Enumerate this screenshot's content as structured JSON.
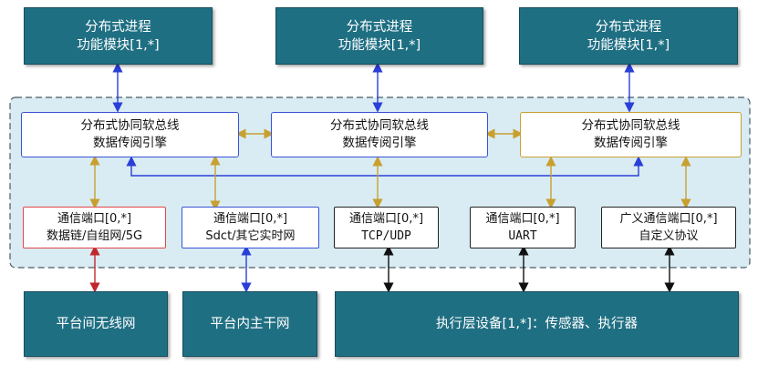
{
  "top_modules": [
    {
      "line1": "分布式进程",
      "line2": "功能模块[1,*]"
    },
    {
      "line1": "分布式进程",
      "line2": "功能模块[1,*]"
    },
    {
      "line1": "分布式进程",
      "line2": "功能模块[1,*]"
    }
  ],
  "bus_engines": [
    {
      "line1": "分布式协同软总线",
      "line2": "数据传阅引擎"
    },
    {
      "line1": "分布式协同软总线",
      "line2": "数据传阅引擎"
    },
    {
      "line1": "分布式协同软总线",
      "line2": "数据传阅引擎"
    }
  ],
  "ports": [
    {
      "line1": "通信端口[0,*]",
      "line2": "数据链/自组网/5G"
    },
    {
      "line1": "通信端口[0,*]",
      "line2": "Sdct/其它实时网"
    },
    {
      "line1": "通信端口[0,*]",
      "line2": "TCP/UDP"
    },
    {
      "line1": "通信端口[0,*]",
      "line2": "UART"
    },
    {
      "line1": "广义通信端口[0,*]",
      "line2": "自定义协议"
    }
  ],
  "networks": [
    {
      "label": "平台间无线网"
    },
    {
      "label": "平台内主干网"
    },
    {
      "label": "执行层设备[1,*]：传感器、执行器"
    }
  ],
  "colors": {
    "teal": "#1f6f83",
    "band": "#d9ecf3",
    "blue_arrow": "#2a3ed8",
    "gold_arrow": "#c8a030",
    "red_arrow": "#c0262b",
    "black_arrow": "#111111",
    "red_border": "#e0464a",
    "blue_border": "#3a52d6",
    "gold_border": "#c8a030"
  }
}
